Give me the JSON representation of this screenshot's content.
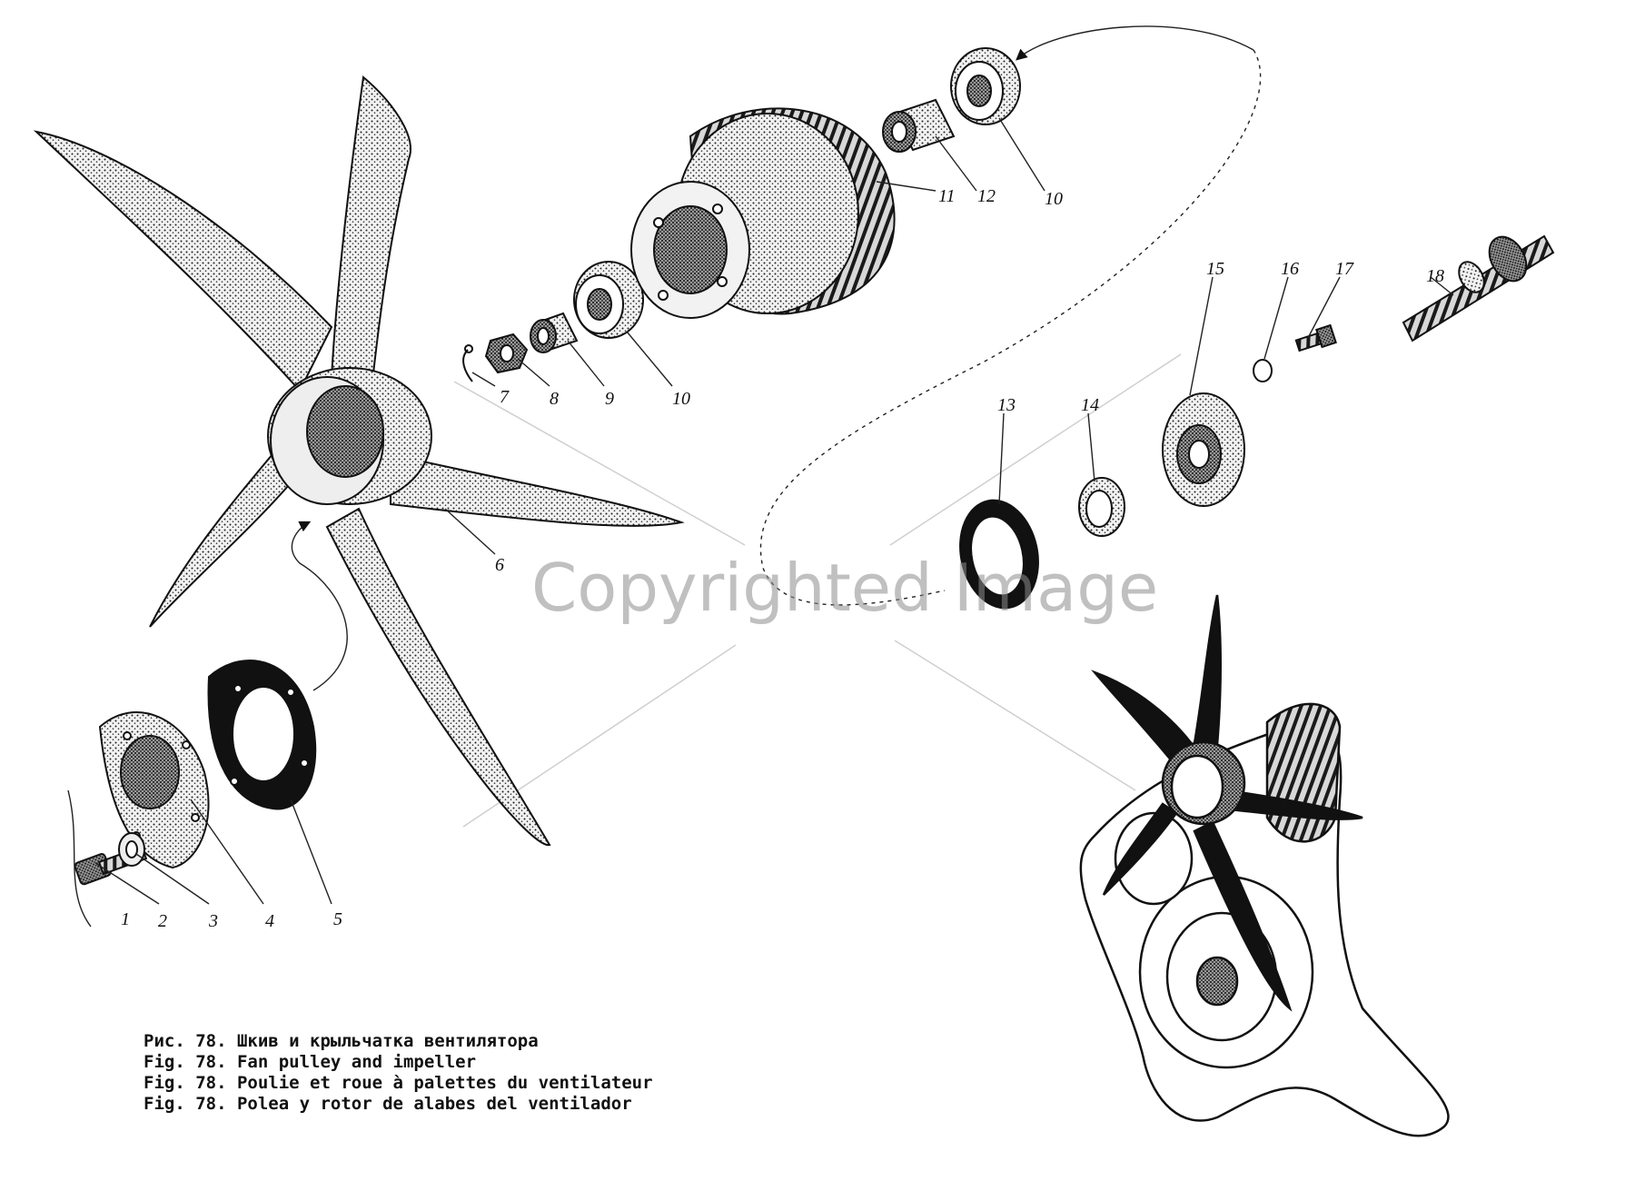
{
  "parts": [
    {
      "id": "1",
      "label": "1"
    },
    {
      "id": "2",
      "label": "2"
    },
    {
      "id": "3",
      "label": "3"
    },
    {
      "id": "4",
      "label": "4"
    },
    {
      "id": "5",
      "label": "5"
    },
    {
      "id": "6",
      "label": "6"
    },
    {
      "id": "7",
      "label": "7"
    },
    {
      "id": "8",
      "label": "8"
    },
    {
      "id": "9",
      "label": "9"
    },
    {
      "id": "10a",
      "label": "10"
    },
    {
      "id": "10b",
      "label": "10"
    },
    {
      "id": "11",
      "label": "11"
    },
    {
      "id": "12",
      "label": "12"
    },
    {
      "id": "13",
      "label": "13"
    },
    {
      "id": "14",
      "label": "14"
    },
    {
      "id": "15",
      "label": "15"
    },
    {
      "id": "16",
      "label": "16"
    },
    {
      "id": "17",
      "label": "17"
    },
    {
      "id": "18",
      "label": "18"
    }
  ],
  "caption": {
    "ru": "Рис. 78. Шкив и крыльчатка вентилятора",
    "en": "Fig. 78. Fan pulley and impeller",
    "fr": "Fig. 78. Poulie et roue à palettes du ventilateur",
    "es": "Fig. 78. Polea y rotor de alabes del ventilador"
  },
  "watermark": "Copyrighted Image"
}
